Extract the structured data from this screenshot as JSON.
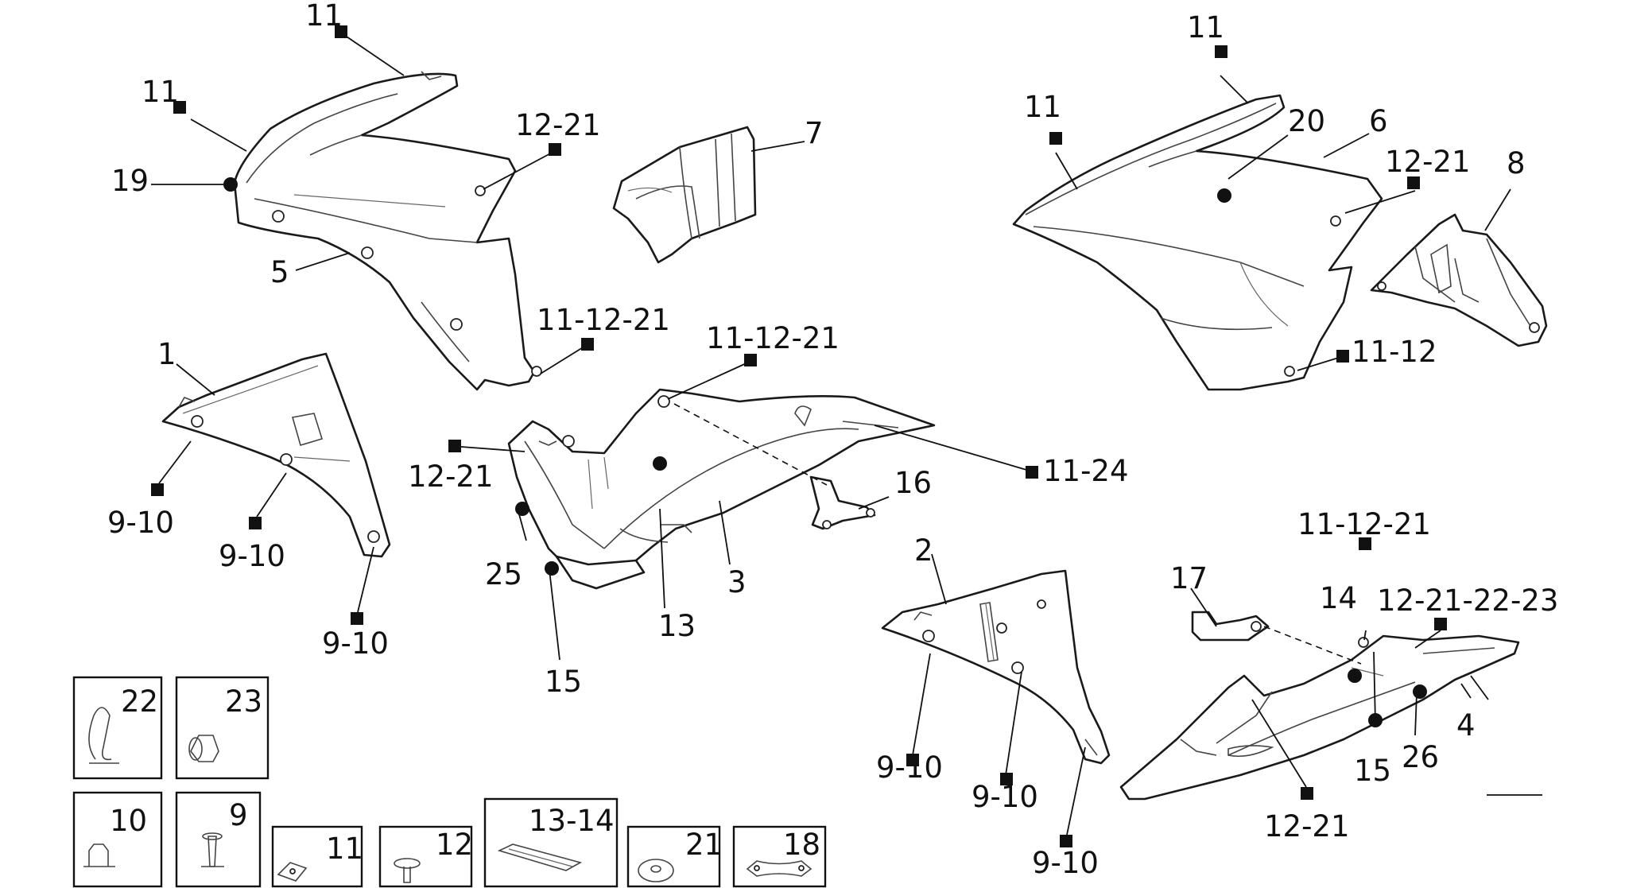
{
  "colors": {
    "line": "#1a1a1a",
    "marker": "#111111",
    "background": "#ffffff"
  },
  "callouts": {
    "c01": "11",
    "c02": "11",
    "c03": "19",
    "c04": "12-21",
    "c05": "7",
    "c06": "5",
    "c07": "11-12-21",
    "c08": "11-12-21",
    "c09": "1",
    "c10": "9-10",
    "c11": "9-10",
    "c12": "9-10",
    "c13": "12-21",
    "c14": "25",
    "c15": "13",
    "c16": "3",
    "c17": "15",
    "c18": "16",
    "c19": "11-24",
    "c20": "11",
    "c21": "11",
    "c22": "20",
    "c23": "6",
    "c24": "12-21",
    "c25": "8",
    "c26": "11-12",
    "c27": "2",
    "c28": "9-10",
    "c29": "9-10",
    "c30": "9-10",
    "c31": "17",
    "c32": "11-12-21",
    "c33": "14",
    "c34": "12-21-22-23",
    "c35": "4",
    "c36": "26",
    "c37": "15",
    "c38": "12-21"
  },
  "legend_boxes": {
    "b22": "22",
    "b23": "23",
    "b10": "10",
    "b09": "9",
    "b11": "11",
    "b12": "12",
    "b1314": "13-14",
    "b21": "21",
    "b18": "18"
  }
}
